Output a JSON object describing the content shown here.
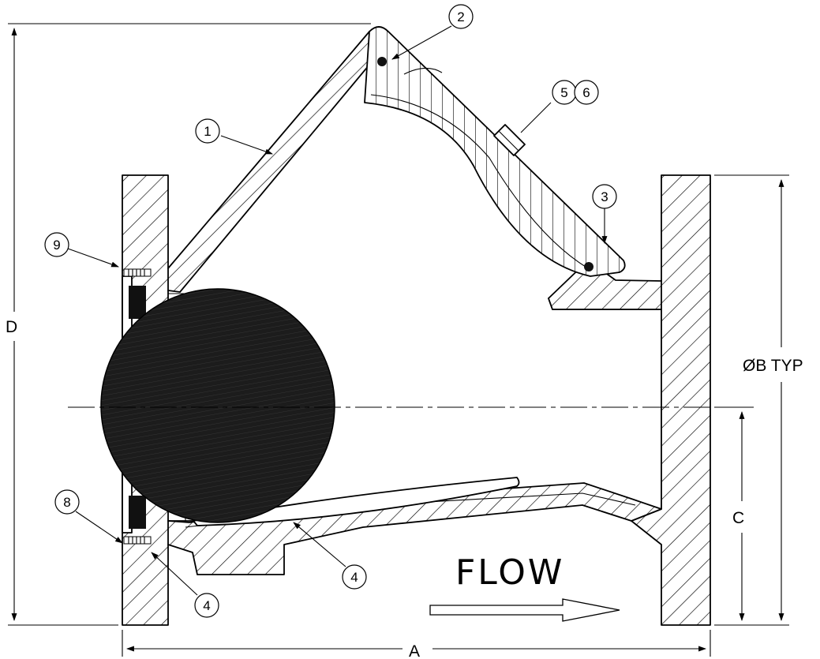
{
  "colors": {
    "ink": "#000000",
    "paper": "#ffffff",
    "ball": "#1c1c1c"
  },
  "callouts": [
    "1",
    "2",
    "3",
    "4",
    "4",
    "5",
    "6",
    "8",
    "9"
  ],
  "dimensions": {
    "a": "A",
    "b": "ØB TYP",
    "c": "C",
    "d": "D"
  },
  "flow": {
    "label": "FLOW"
  }
}
